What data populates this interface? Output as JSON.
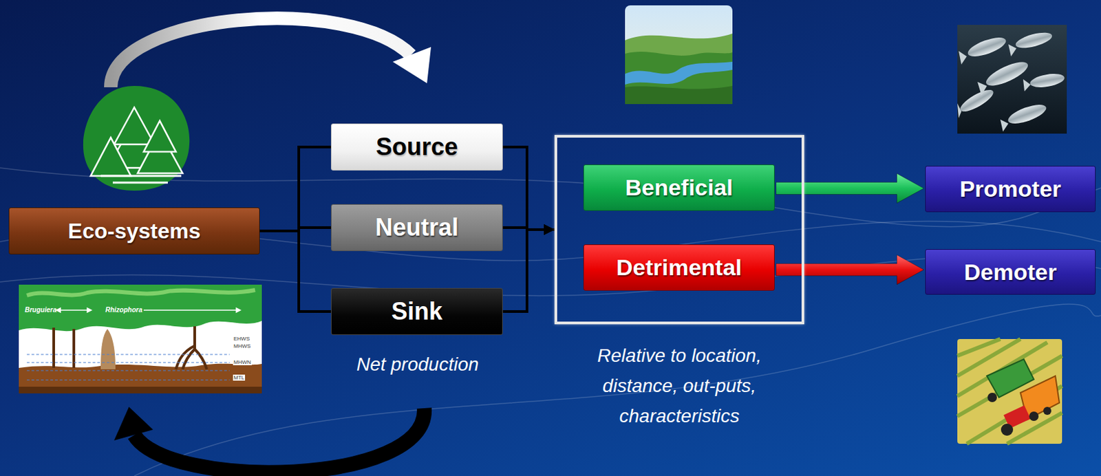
{
  "diagram": {
    "nodes": [
      {
        "text": [
          "Eco-systems"
        ]
      },
      {
        "text": [
          "Source"
        ]
      },
      {
        "text": [
          "Neutral"
        ]
      },
      {
        "text": [
          "Sink"
        ]
      },
      {
        "text": [
          "Relative to location, distance, out-puts, characteristics"
        ]
      },
      {
        "text": [
          "Beneficial"
        ],
        "in": 4
      },
      {
        "text": [
          "Detrimental"
        ],
        "in": 4
      },
      {
        "text": [
          "Promoter"
        ]
      },
      {
        "text": [
          "Demoter"
        ]
      }
    ],
    "edges": [
      {
        "from": 0,
        "to": 1,
        "arrow": "none"
      },
      {
        "from": 0,
        "to": 2,
        "arrow": "none"
      },
      {
        "from": 0,
        "to": 3,
        "arrow": "none"
      },
      {
        "from": 1,
        "to": 4,
        "arrow": "to"
      },
      {
        "from": 2,
        "to": 4,
        "arrow": "to"
      },
      {
        "from": 3,
        "to": 4,
        "arrow": "to"
      },
      {
        "from": 5,
        "to": 7,
        "arrow": "to"
      },
      {
        "from": 6,
        "to": 8,
        "arrow": "to"
      }
    ],
    "labels": [
      "Net production",
      "Bruguiera",
      "Rhizophora",
      "EHWS",
      "MHWS",
      "MHWN",
      "MTL"
    ]
  }
}
